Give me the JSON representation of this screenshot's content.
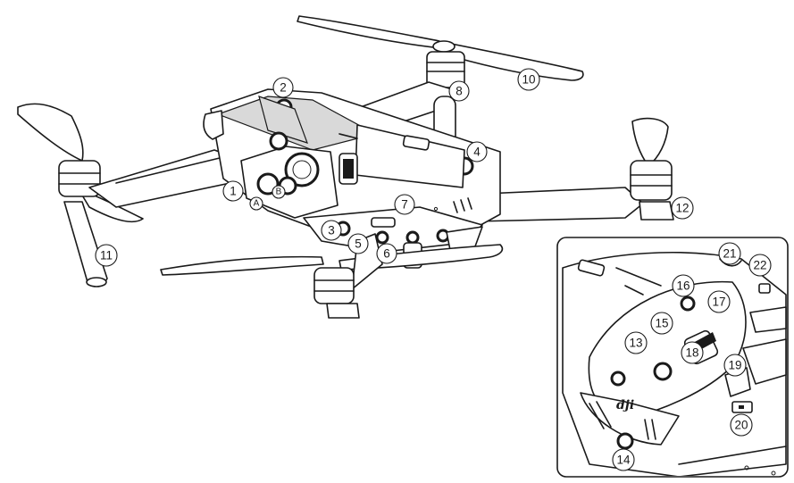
{
  "callouts": [
    {
      "id": "1",
      "label": "1"
    },
    {
      "id": "2",
      "label": "2"
    },
    {
      "id": "3",
      "label": "3"
    },
    {
      "id": "4",
      "label": "4"
    },
    {
      "id": "5",
      "label": "5"
    },
    {
      "id": "6",
      "label": "6"
    },
    {
      "id": "7",
      "label": "7"
    },
    {
      "id": "8",
      "label": "8"
    },
    {
      "id": "10",
      "label": "10"
    },
    {
      "id": "11",
      "label": "11"
    },
    {
      "id": "12",
      "label": "12"
    },
    {
      "id": "13",
      "label": "13"
    },
    {
      "id": "14",
      "label": "14"
    },
    {
      "id": "15",
      "label": "15"
    },
    {
      "id": "16",
      "label": "16"
    },
    {
      "id": "17",
      "label": "17"
    },
    {
      "id": "18",
      "label": "18"
    },
    {
      "id": "19",
      "label": "19"
    },
    {
      "id": "20",
      "label": "20"
    },
    {
      "id": "21",
      "label": "21"
    },
    {
      "id": "22",
      "label": "22"
    },
    {
      "id": "A",
      "label": "A"
    },
    {
      "id": "B",
      "label": "B"
    }
  ],
  "logo": {
    "text": "dji"
  },
  "colors": {
    "line": "#1a1a1a",
    "background": "#ffffff",
    "panel_fill": "#ffffff"
  }
}
